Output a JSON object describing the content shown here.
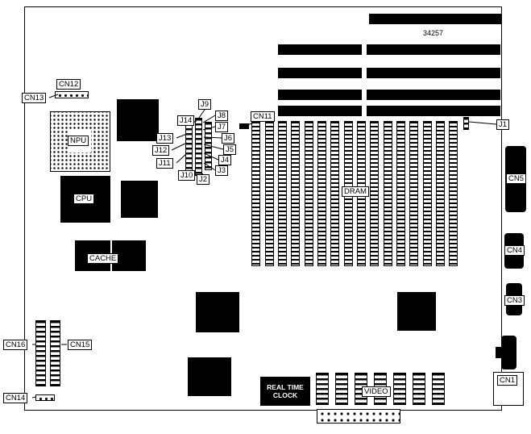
{
  "diagram": {
    "part_number": "34257",
    "colors": {
      "ink": "#000000",
      "background": "#ffffff"
    },
    "labels": {
      "cn12": "CN12",
      "cn13": "CN13",
      "npu": "NPU",
      "cpu": "CPU",
      "cache": "CACHE",
      "j9": "J9",
      "j8": "J8",
      "j7": "J7",
      "j6": "J6",
      "j5": "J5",
      "j4": "J4",
      "j3": "J3",
      "j2": "J2",
      "j1": "J1",
      "j14": "J14",
      "j13": "J13",
      "j12": "J12",
      "j11": "J11",
      "j10": "J10",
      "cn11": "CN11",
      "dram": "DRAM",
      "cn5": "CN5",
      "cn4": "CN4",
      "cn3": "CN3",
      "cn1": "CN1",
      "cn16": "CN16",
      "cn15": "CN15",
      "cn14": "CN14",
      "rtc_line1": "REAL TIME",
      "rtc_line2": "CLOCK",
      "video": "VIDEO"
    }
  }
}
